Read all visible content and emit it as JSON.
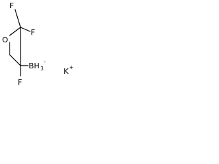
{
  "molecule": {
    "atoms": {
      "fluorine_top_left": "F",
      "fluorine_top_right": "F",
      "fluorine_bottom": "F",
      "oxygen": "O",
      "boron": "BH",
      "boron_h_count": "3",
      "boron_charge": "-",
      "counterion": "K",
      "counterion_charge": "+"
    }
  }
}
